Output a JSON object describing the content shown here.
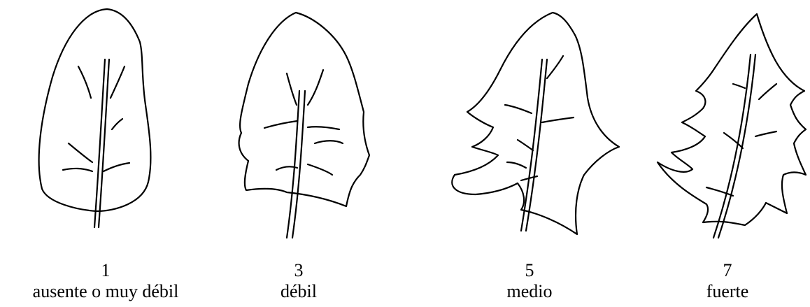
{
  "figure": {
    "items": [
      {
        "number": "1",
        "label": "ausente o muy débil"
      },
      {
        "number": "3",
        "label": "débil"
      },
      {
        "number": "5",
        "label": "medio"
      },
      {
        "number": "7",
        "label": "fuerte"
      }
    ]
  }
}
